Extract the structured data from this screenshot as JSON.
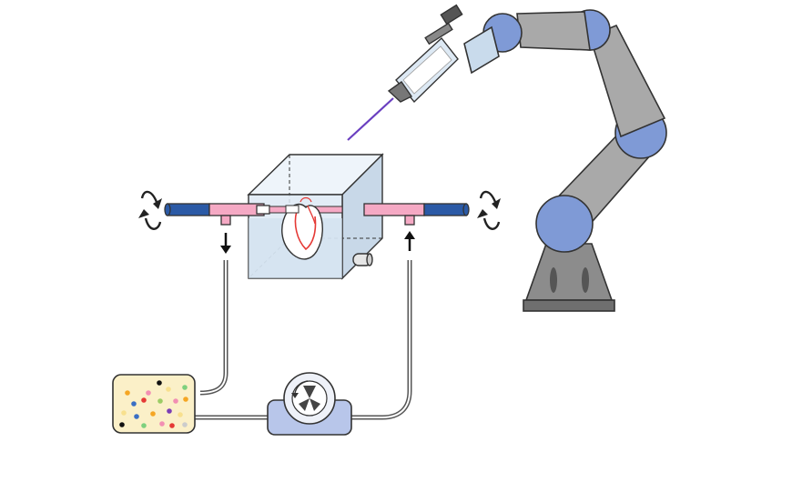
{
  "figure": {
    "description_free": true,
    "components": [
      {
        "name": "robot-arm",
        "icon": "robot-arm-icon"
      },
      {
        "name": "dispensing-nozzle",
        "icon": "syringe-icon"
      },
      {
        "name": "perfusion-chamber",
        "icon": "transparent-box-icon"
      },
      {
        "name": "heart-model",
        "icon": "heart-icon"
      },
      {
        "name": "rotating-shaft-left",
        "icon": "rotate-arrows-icon"
      },
      {
        "name": "rotating-shaft-right",
        "icon": "rotate-arrows-icon"
      },
      {
        "name": "medium-reservoir",
        "icon": "reservoir-icon"
      },
      {
        "name": "pump",
        "icon": "pump-icon"
      }
    ],
    "colors": {
      "arm_joint": "#7f9ad6",
      "arm_link": "#a9a9a9",
      "arm_base": "#8c8c8c",
      "shaft_blue": "#2b5aa6",
      "shaft_pink": "#f5a9c4",
      "chamber_fill": "#dde9f4",
      "reservoir_fill": "#fbf0c8",
      "pump_fill": "#b8c6ea",
      "needle": "#6a3fc0",
      "heart_red": "#e53935",
      "tube": "#555555"
    }
  }
}
